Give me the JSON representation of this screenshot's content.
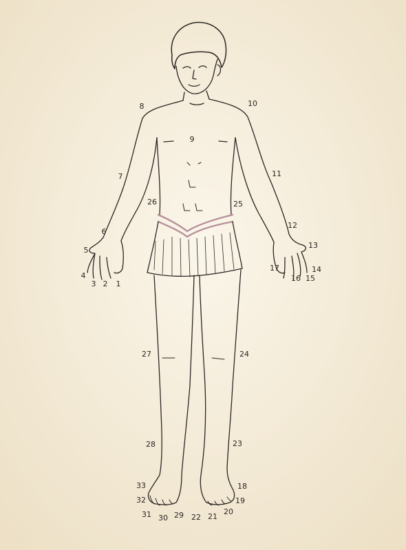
{
  "diagram": {
    "colors": {
      "paper": "#f6efdf",
      "ink": "#2a2522",
      "belt": "#b7909a"
    },
    "labels": [
      "1",
      "2",
      "3",
      "4",
      "5",
      "6",
      "7",
      "8",
      "9",
      "10",
      "11",
      "12",
      "13",
      "14",
      "15",
      "16",
      "17",
      "18",
      "19",
      "20",
      "21",
      "22",
      "23",
      "24",
      "25",
      "26",
      "27",
      "28",
      "29",
      "30",
      "31",
      "32",
      "33"
    ]
  }
}
